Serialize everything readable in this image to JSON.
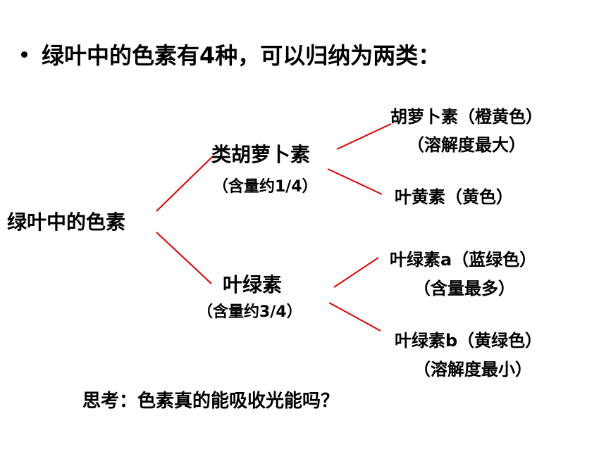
{
  "slide": {
    "bullet_text": "绿叶中的色素有4种，可以归纳为两类：",
    "diagram": {
      "root": "绿叶中的色素",
      "group1": {
        "label": "类胡萝卜素",
        "note": "（含量约1/4）",
        "leaf1_name": "胡萝卜素（橙黄色）",
        "leaf1_note": "（溶解度最大）",
        "leaf2_name": "叶黄素（黄色）"
      },
      "group2": {
        "label": "叶绿素",
        "note": "（含量约3/4）",
        "leaf1_name": "叶绿素a（蓝绿色）",
        "leaf1_note": "（含量最多）",
        "leaf2_name": "叶绿素b（黄绿色）",
        "leaf2_note": "（溶解度最小）"
      }
    },
    "question": "思考：色素真的能吸收光能吗？",
    "line_color": "#e00000"
  }
}
